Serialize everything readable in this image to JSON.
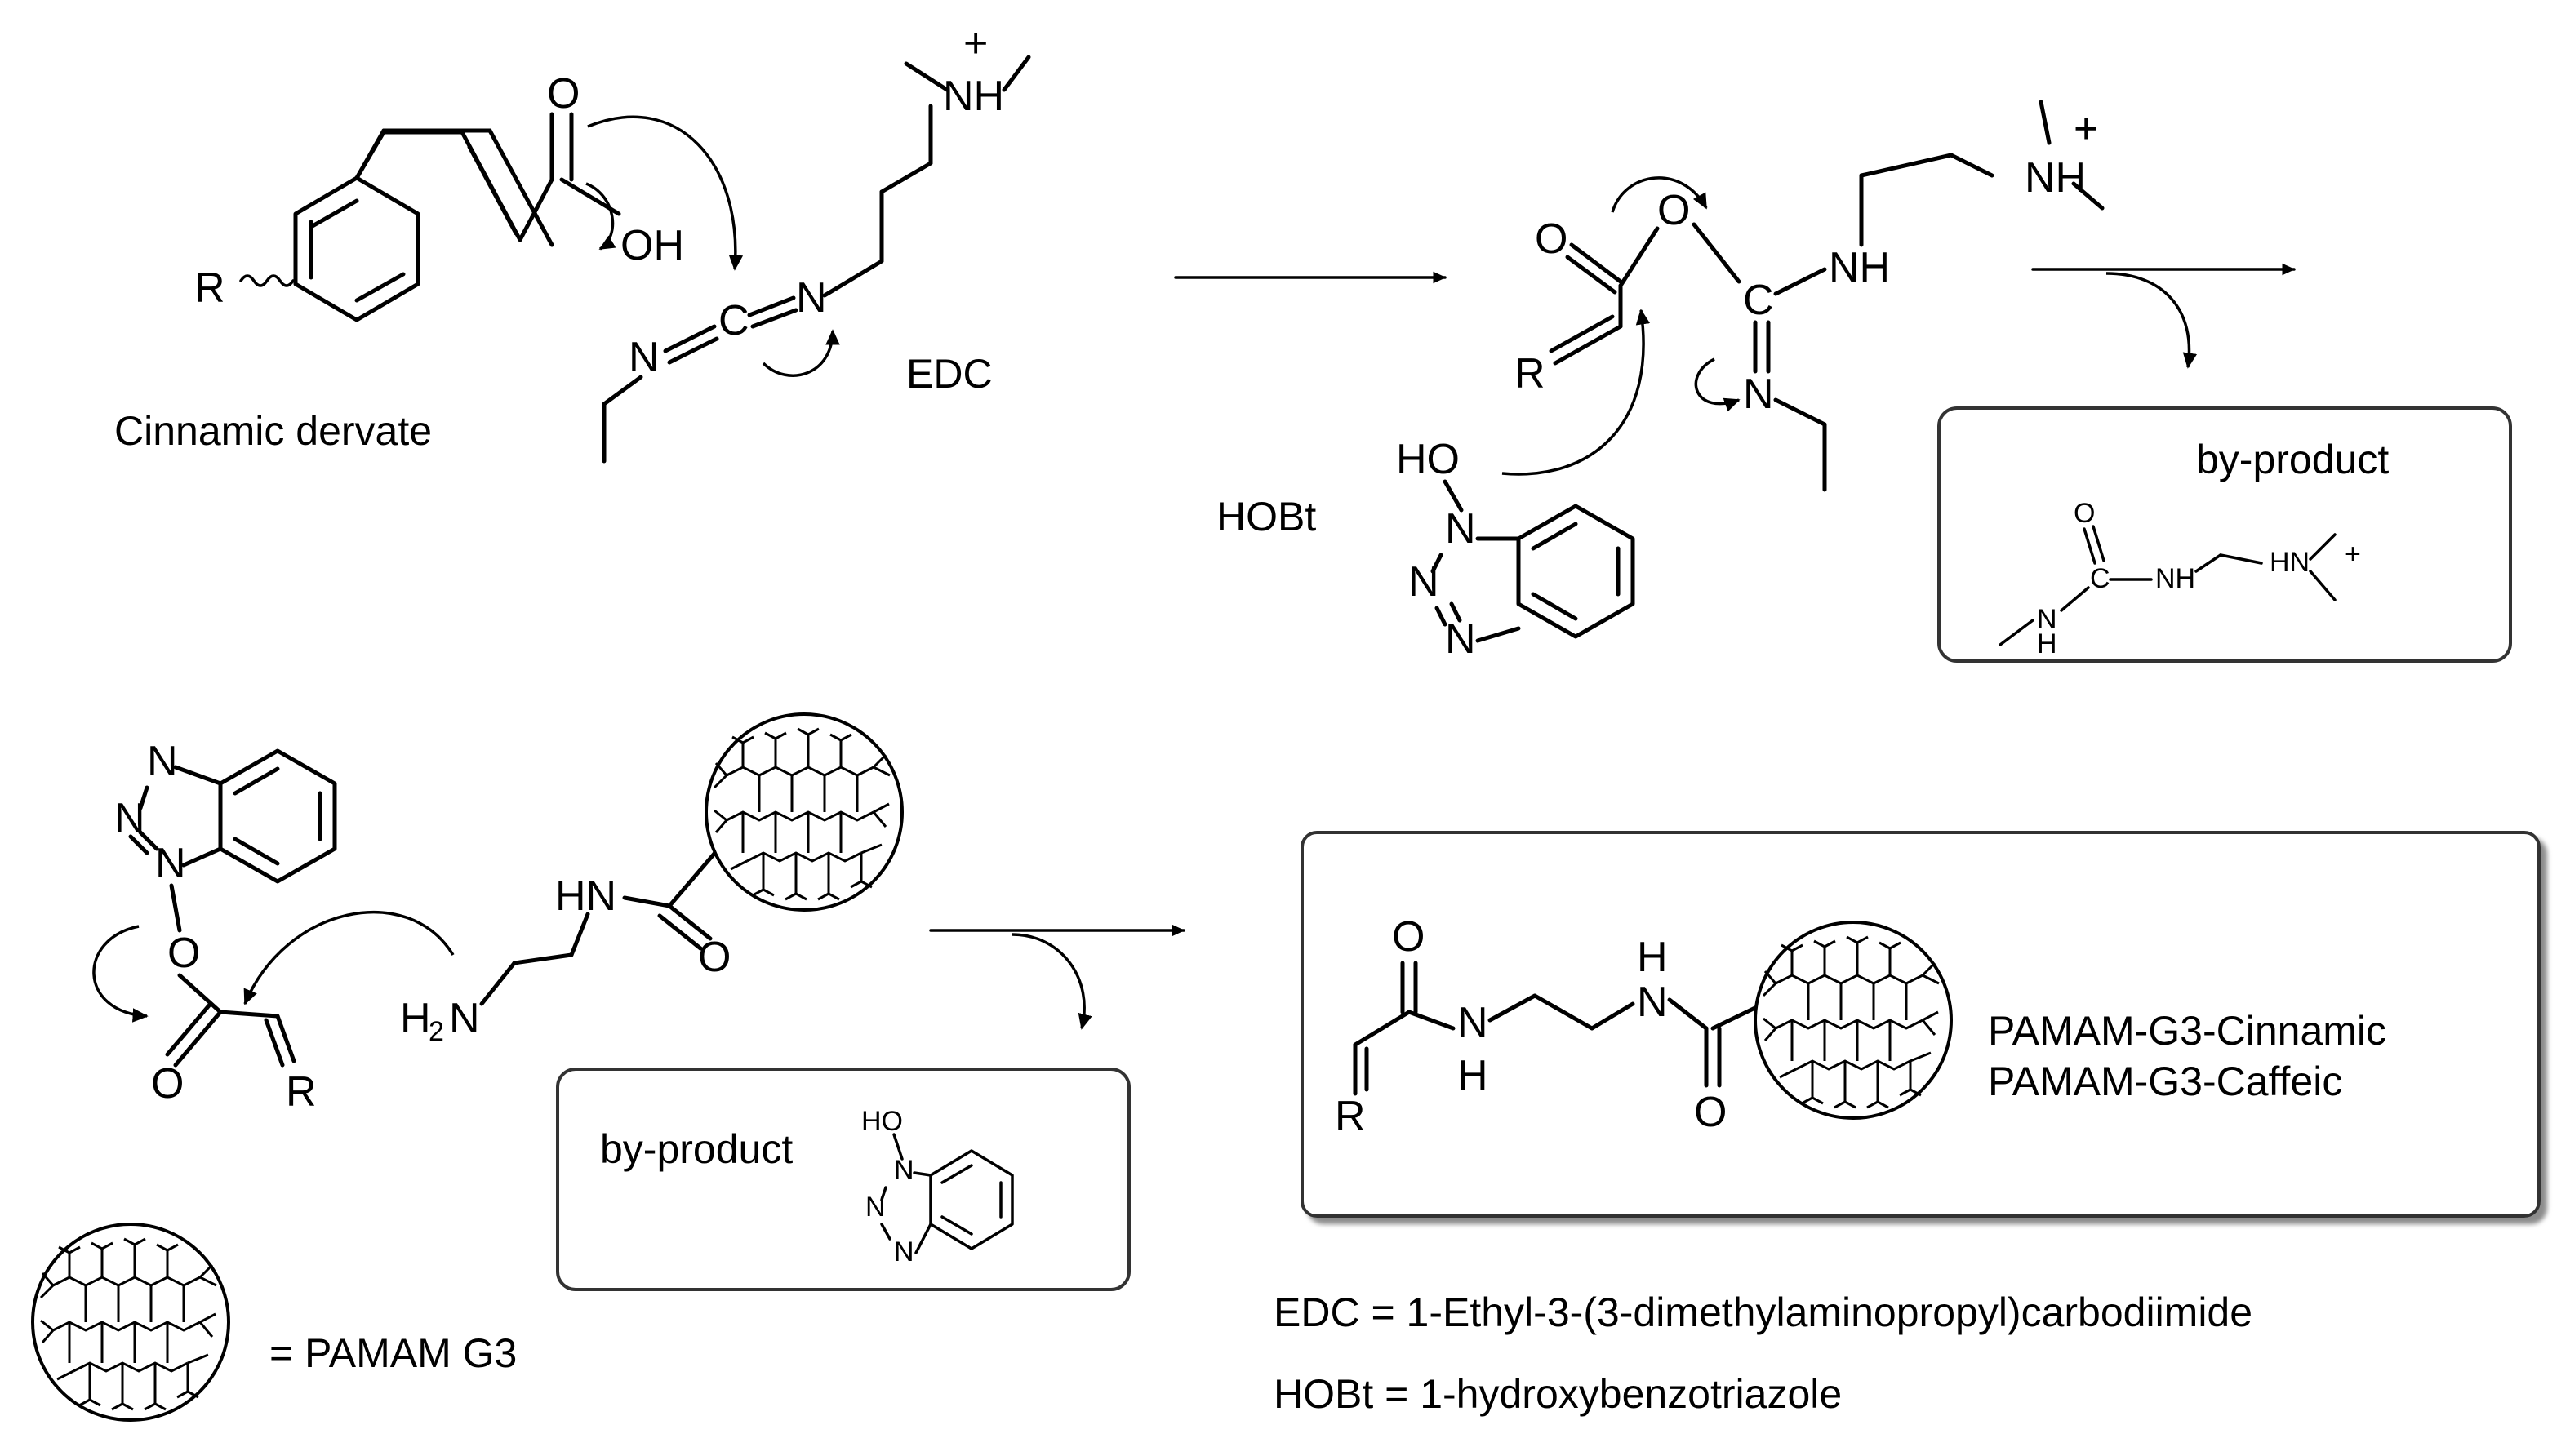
{
  "colors": {
    "ink": "#000000",
    "box_border": "#333333",
    "box_shadow": "#8c8c8c",
    "background": "#ffffff"
  },
  "labels": {
    "cinnamic": "Cinnamic dervate",
    "edc": "EDC",
    "hobt": "HOBt",
    "byproduct_1": "by-product",
    "byproduct_2": "by-product",
    "product_1": "PAMAM-G3-Cinnamic",
    "product_2": "PAMAM-G3-Caffeic",
    "pamam_legend": "= PAMAM G3"
  },
  "atoms": {
    "R": "R",
    "O": "O",
    "OH": "OH",
    "N": "N",
    "C": "C",
    "NH": "NH",
    "H": "H",
    "HO": "HO",
    "HN": "HN",
    "H2": "H",
    "sub2": "2",
    "plus": "+"
  },
  "definitions": {
    "edc": "EDC = 1-Ethyl-3-(3-dimethylaminopropyl)carbodiimide",
    "hobt": "HOBt = 1-hydroxybenzotriazole"
  },
  "icons": [
    "reaction-arrow",
    "curved-electron-arrow",
    "pamam-dendrimer-icon"
  ]
}
